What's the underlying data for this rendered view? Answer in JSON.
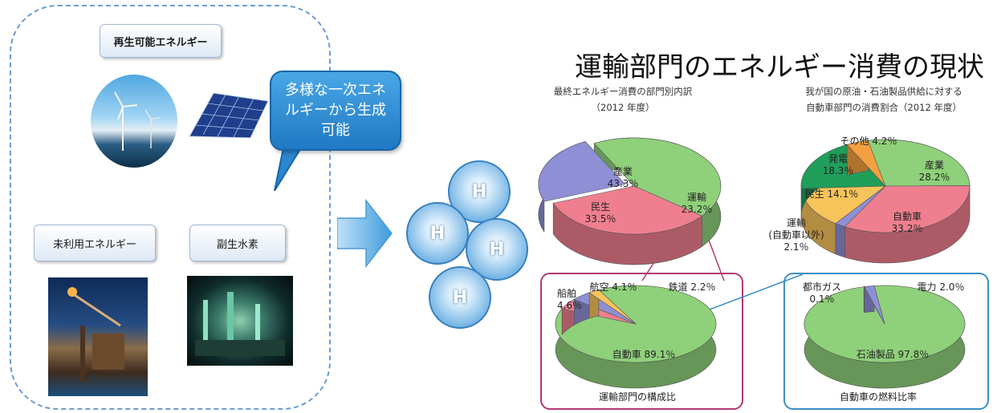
{
  "left_panel": {
    "renewable_label": "再生可能エネルギー",
    "unused_label": "未利用エネルギー",
    "byproduct_label": "副生水素",
    "speech_lines": [
      "多様な一次エネ",
      "ルギーから生成",
      "可能"
    ]
  },
  "hydrogen": {
    "symbol": "H"
  },
  "title": "運輸部門のエネルギー消費の現状",
  "subtitles": {
    "left_line1": "最終エネルギー消費の部門別内訳",
    "left_line2": "（2012 年度）",
    "right_line1": "我が国の原油・石油製品供給に対する",
    "right_line2": "自動車部門の消費割合（2012 年度）"
  },
  "captions": {
    "transport": "運輸部門の構成比",
    "fuel": "自動車の燃料比率"
  },
  "colors": {
    "green": "#8fd07a",
    "pink": "#ef7f8e",
    "purple": "#8f8fd6",
    "orange": "#f5a040",
    "darkgreen": "#1f9e5a",
    "yellow": "#f7c45a"
  },
  "chart_data": [
    {
      "type": "pie",
      "title": "最終エネルギー消費の部門別内訳（2012 年度）",
      "slices": [
        {
          "label": "産業",
          "value": 43.3,
          "text": "43.3％",
          "color": "#8fd07a"
        },
        {
          "label": "民生",
          "value": 33.5,
          "text": "33.5％",
          "color": "#ef7f8e"
        },
        {
          "label": "運輸",
          "value": 23.2,
          "text": "23.2％",
          "color": "#8f8fd6"
        }
      ]
    },
    {
      "type": "pie",
      "title": "我が国の原油・石油製品供給に対する自動車部門の消費割合（2012 年度）",
      "slices": [
        {
          "label": "産業",
          "value": 28.2,
          "text": "28.2％",
          "color": "#8fd07a"
        },
        {
          "label": "自動車",
          "value": 33.2,
          "text": "33.2％",
          "color": "#ef7f8e"
        },
        {
          "label": "運輸(自動車以外)",
          "value": 2.1,
          "text": "2.1％",
          "color": "#8f8fd6"
        },
        {
          "label": "民生",
          "value": 14.1,
          "text": "14.1％",
          "color": "#f7c45a"
        },
        {
          "label": "発電",
          "value": 18.3,
          "text": "18.3％",
          "color": "#1f9e5a"
        },
        {
          "label": "その他",
          "value": 4.2,
          "text": "4.2％",
          "color": "#f5a040"
        }
      ]
    },
    {
      "type": "pie",
      "title": "運輸部門の構成比",
      "slices": [
        {
          "label": "自動車",
          "value": 89.1,
          "text": "89.1％",
          "color": "#8fd07a"
        },
        {
          "label": "船舶",
          "value": 4.6,
          "text": "4.6％",
          "color": "#ef7f8e"
        },
        {
          "label": "航空",
          "value": 4.1,
          "text": "4.1％",
          "color": "#8f8fd6"
        },
        {
          "label": "鉄道",
          "value": 2.2,
          "text": "2.2％",
          "color": "#f7c45a"
        }
      ]
    },
    {
      "type": "pie",
      "title": "自動車の燃料比率",
      "slices": [
        {
          "label": "石油製品",
          "value": 97.8,
          "text": "97.8％",
          "color": "#8fd07a"
        },
        {
          "label": "都市ガス",
          "value": 0.1,
          "text": "0.1％",
          "color": "#ef7f8e"
        },
        {
          "label": "電力",
          "value": 2.0,
          "text": "2.0％",
          "color": "#8f8fd6"
        }
      ]
    }
  ]
}
